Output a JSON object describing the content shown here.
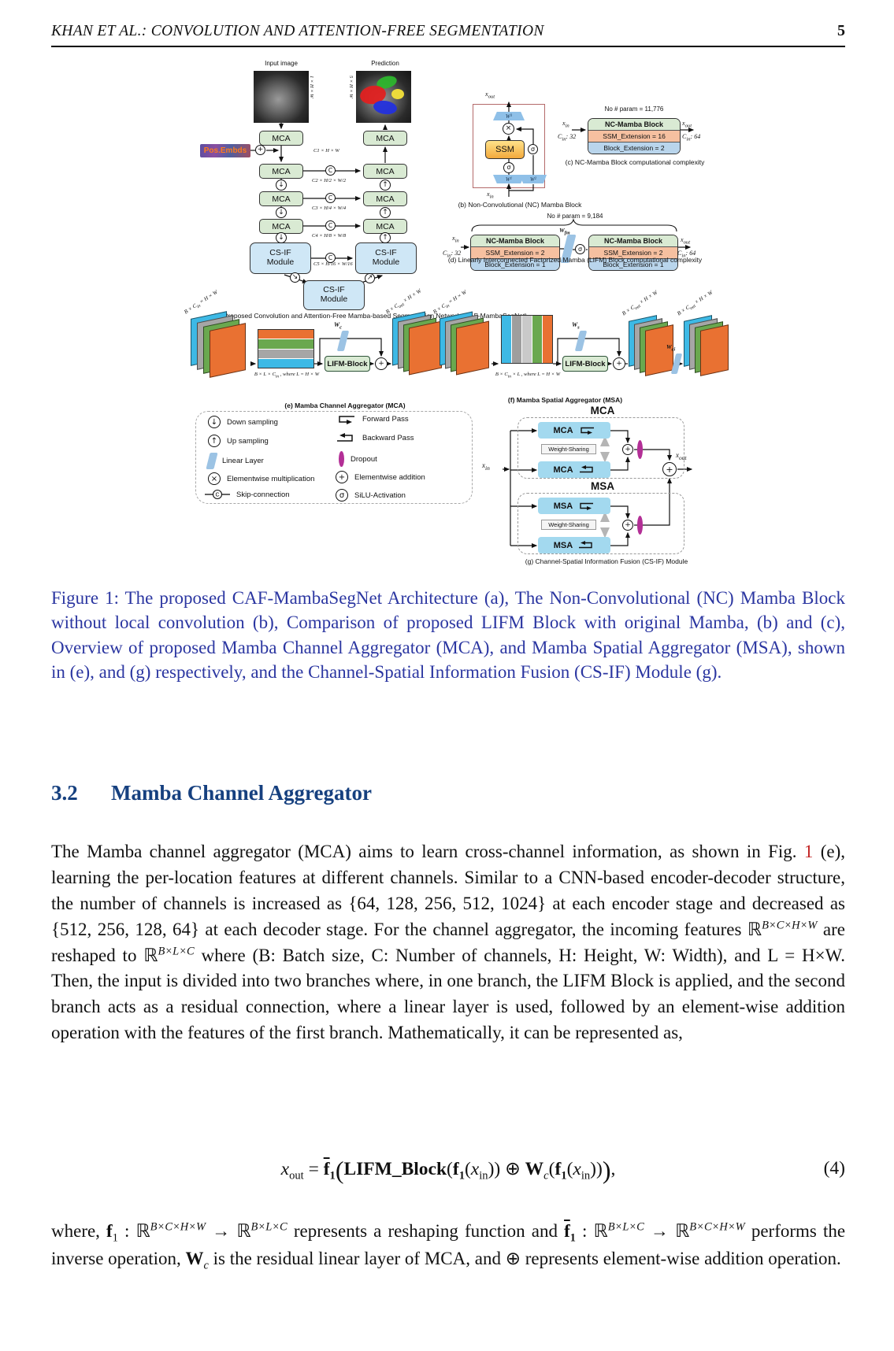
{
  "header": {
    "title": "KHAN ET AL.: CONVOLUTION AND ATTENTION-FREE SEGMENTATION",
    "page_number": "5"
  },
  "sym": {
    "x": "x",
    "in": "in",
    "out": "out",
    "W": "W",
    "sub1": "1",
    "sub2": "2",
    "sub3": "3",
    "c": "c",
    "s": "s",
    "fm": "fm",
    "ci": "ci",
    "C": "C",
    "c32": ": 32",
    "c64": ": 64",
    "sigma": "σ",
    "concat": "C",
    "plus": "+",
    "times": "×",
    "down": "↓",
    "up": "↑",
    "diag_down": "↘",
    "diag_up": "↗"
  },
  "dims": {
    "b_c": "B × C",
    "hw": " × H × W"
  },
  "fig_a": {
    "input_image_label": "Input image",
    "prediction_label": "Prediction",
    "input_dims": "1 × H × W",
    "prediction_dims": "5 × H × W",
    "mca_label": "MCA",
    "pos_embds_label": "Pos.Embds",
    "csif_line1": "CS-IF",
    "csif_line2": "Module",
    "skip1": "C1 × H × W",
    "skip2": "C2 × H/2 × W/2",
    "skip3": "C3 × H/4 × W/4",
    "skip4": "C4 × H/8 × W/8",
    "skip5": "C5 × H/16 × W/16",
    "caption": "(a) Proposed Convolution and Attention-Free Mamba-based Segmentation Network (CAF-MambaSegNet)"
  },
  "fig_b": {
    "ssm_label": "SSM",
    "caption": "(b) Non-Convolutional (NC) Mamba Block"
  },
  "fig_c": {
    "param": "No # param = 11,776",
    "title": "NC-Mamba Block",
    "row1": "SSM_Extension  =  16",
    "row2": "Block_Extension  = 2",
    "caption": "(c) NC-Mamba Block computational complexity"
  },
  "fig_d": {
    "param": "No # param = 9,184",
    "title": "NC-Mamba Block",
    "row1": "SSM_Extension  =  2",
    "row2": "Block_Extension  = 1",
    "caption": "(d) Linearly Interconnected Factorized Mamba (LIFM) Block computational complexity"
  },
  "fig_e": {
    "lifm_label": "LIFM-Block",
    "bars_pre": "B × L × C",
    "bars_post": " ,   where L = H × W",
    "caption": "(e) Mamba Channel Aggregator (MCA)"
  },
  "fig_f": {
    "lifm_label": "LIFM-Block",
    "bars_pre": "B × C",
    "bars_post": " × L ,   where L = H × W",
    "caption": "(f) Mamba Spatial Aggregator (MSA)"
  },
  "fig_g": {
    "mca_title": "MCA",
    "msa_title": "MSA",
    "mca_block": "MCA",
    "msa_block": "MSA",
    "weight_sharing": "Weight-Sharing",
    "caption": "(g) Channel-Spatial Information Fusion (CS-IF) Module"
  },
  "legend": {
    "left": [
      {
        "icon": "down-sampling-icon",
        "label": "Down sampling"
      },
      {
        "icon": "up-sampling-icon",
        "label": "Up sampling"
      },
      {
        "icon": "linear-layer-icon",
        "label": "Linear Layer"
      },
      {
        "icon": "elementwise-multiplication-icon",
        "label": "Elementwise multiplication"
      },
      {
        "icon": "skip-connection-icon",
        "label": "Skip-connection"
      }
    ],
    "right": [
      {
        "icon": "forward-pass-icon",
        "label": "Forward Pass"
      },
      {
        "icon": "backward-pass-icon",
        "label": "Backward Pass"
      },
      {
        "icon": "dropout-icon",
        "label": "Dropout"
      },
      {
        "icon": "elementwise-addition-icon",
        "label": "Elementwise addition"
      },
      {
        "icon": "silu-activation-icon",
        "label": "SiLU-Activation"
      }
    ]
  },
  "figure_caption": "Figure 1: The proposed CAF-MambaSegNet Architecture (a), The Non-Convolutional (NC) Mamba Block without local convolution (b), Comparison of proposed LIFM Block with original Mamba, (b) and (c), Overview of proposed Mamba Channel Aggregator (MCA), and Mamba Spatial Aggregator (MSA), shown in (e), and (g) respectively, and the Channel-Spatial Information Fusion (CS-IF) Module (g).",
  "section": {
    "number": "3.2",
    "title": "Mamba Channel Aggregator"
  },
  "body": {
    "p1": {
      "s1": "The Mamba channel aggregator (MCA) aims to learn cross-channel information, as shown in Fig. ",
      "fig_link": "1",
      "s2": " (e), learning the per-location features at different channels. Similar to a CNN-based encoder-decoder structure, the number of channels is increased as {64, 128, 256, 512, 1024} at each encoder stage and decreased as {512, 256, 128, 64} at each decoder stage. For the channel aggregator, the incoming features ",
      "r1": "ℝ",
      "sup1": "B×C×H×W",
      "s3": " are reshaped to ",
      "r2": "ℝ",
      "sup2": "B×L×C",
      "s4": " where (B: Batch size, C: Number of channels, H: Height, W: Width), and L = H×W. Then, the input is divided into two branches where, in one branch, the LIFM Block is applied, and the second branch acts as a residual connection, where a linear layer is used, followed by an element-wise addition operation with the features of the first branch. Mathematically, it can be represented as,"
    },
    "equation": {
      "x": "x",
      "out": "out",
      "eq": " = ",
      "f": "f",
      "one": "1",
      "lp": "(",
      "fn": "LIFM_Block",
      "in": "in",
      "oplus": " ⊕ ",
      "W": "W",
      "c": "c",
      "rp": ")",
      "comma": ",",
      "number": "(4)"
    },
    "p2": {
      "s1": "where, ",
      "f": "f",
      "one": "1",
      "colon": " : ",
      "r": "ℝ",
      "sup_bchw": "B×C×H×W",
      "arrow": " → ",
      "sup_blc": "B×L×C",
      "s2": " represents a reshaping function and ",
      "s3": " performs the inverse operation, ",
      "W": "W",
      "c": "c",
      "s4": " is the residual linear layer of MCA, and ⊕ represents element-wise addition operation."
    }
  }
}
